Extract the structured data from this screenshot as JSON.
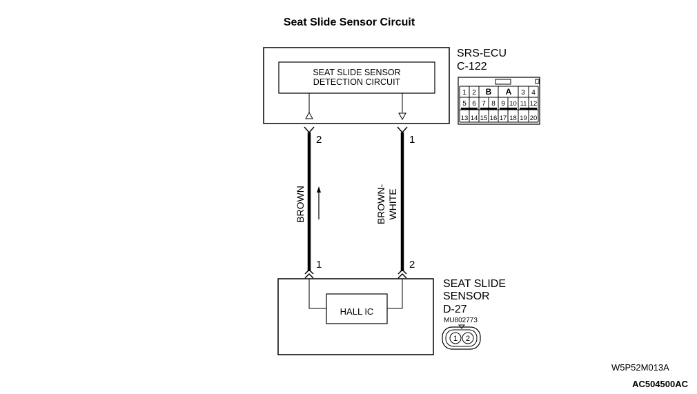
{
  "title": "Seat Slide Sensor Circuit",
  "ecu": {
    "name": "SRS-ECU",
    "connector": "C-122",
    "inner_label_line1": "SEAT SLIDE SENSOR",
    "inner_label_line2": "DETECTION CIRCUIT",
    "pin_left": "2",
    "pin_right": "1",
    "connector_pins": {
      "row1": [
        "1",
        "2",
        "B",
        "A",
        "3",
        "4"
      ],
      "row2": [
        "5",
        "6",
        "7",
        "8",
        "9",
        "10",
        "11",
        "12"
      ],
      "row3": [
        "13",
        "14",
        "15",
        "16",
        "17",
        "18",
        "19",
        "20"
      ]
    }
  },
  "wires": {
    "left_color": "BROWN",
    "right_color_line1": "BROWN-",
    "right_color_line2": "WHITE"
  },
  "sensor": {
    "name_line1": "SEAT SLIDE",
    "name_line2": "SENSOR",
    "connector": "D-27",
    "part_number": "MU802773",
    "inner_label": "HALL IC",
    "pin_left": "1",
    "pin_right": "2",
    "connector_pins": [
      "1",
      "2"
    ]
  },
  "codes": {
    "drawing_code": "W5P52M013A",
    "figure_code": "AC504500AC"
  }
}
